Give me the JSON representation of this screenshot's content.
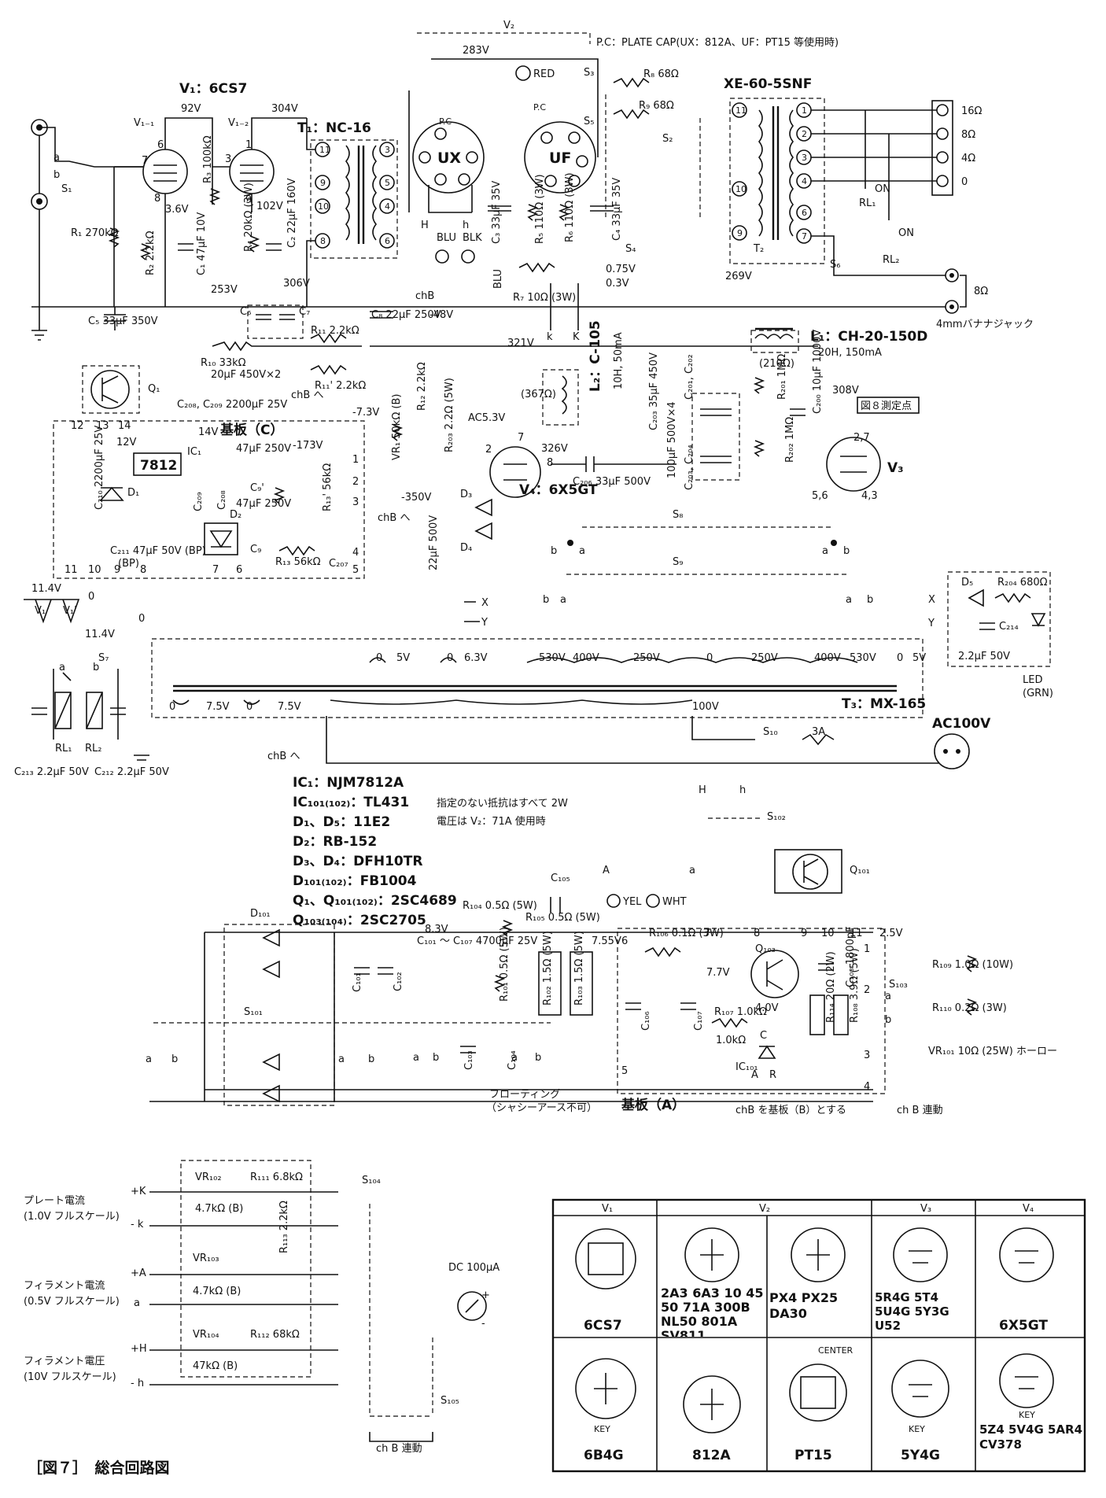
{
  "figure": {
    "caption": "［図７］　総合回路図"
  },
  "header": {
    "v2_label": "V₂",
    "plate_cap_note": "P.C：PLATE CAP(UX：812A、UF：PT15 等使用時)",
    "v1_title": "V₁：6CS7"
  },
  "input": {
    "s1": "S₁",
    "r1": "R₁ 270kΩ",
    "r2": "R₂ 2.2kΩ",
    "c1": "C₁ 47μF 10V",
    "v11": "V₁₋₁",
    "v12": "V₁₋₂"
  },
  "voltages": [
    "92V",
    "304V",
    "3.6V",
    "102V",
    "253V",
    "306V",
    "283V",
    "321V",
    "-48V",
    "-7.3V",
    "-173V",
    "-350V",
    "326V",
    "308V",
    "269V",
    "0.75V",
    "0.3V",
    "14V",
    "12V",
    "11.4V",
    "8.3V",
    "7.55V",
    "7.7V",
    "4.0V",
    "2.5V"
  ],
  "stage1": {
    "r3": "R₃ 100kΩ",
    "r4": "R₄ 20kΩ (3W)",
    "c2": "C₂ 22μF 160V",
    "t1": "T₁：NC-16",
    "c5": "C₅ 33μF 350V",
    "c6": "C₆",
    "c7": "C₇",
    "c67": "20μF 450V×2",
    "r10": "R₁₀ 33kΩ",
    "r11": "R₁₁ 2.2kΩ",
    "r11b": "R₁₁' 2.2kΩ",
    "c8": "C₈ 22μF 250V",
    "chb": "chB へ"
  },
  "output_stage": {
    "ux": "UX",
    "uf": "UF",
    "pc": "P.C",
    "red": "RED",
    "blu": "BLU",
    "blk": "BLK",
    "s3": "S₃",
    "s5": "S₅",
    "s2": "S₂",
    "s4": "S₄",
    "s6": "S₆",
    "r8": "R₈ 68Ω",
    "r9": "R₉ 68Ω",
    "c3": "C₃ 33μF 35V",
    "r5": "R₅ 110Ω (3W)",
    "r6": "R₆ 110Ω (3W)",
    "c4": "C₄ 33μF 35V",
    "r7": "R₇ 10Ω (3W)",
    "h_big": "H",
    "h_small": "h",
    "k_big": "K",
    "k_small": "k"
  },
  "output_transformer": {
    "name": "XE-60-5SNF",
    "t2": "T₂",
    "taps": [
      "16Ω",
      "8Ω",
      "4Ω",
      "0"
    ],
    "rl1": "RL₁",
    "rl2": "RL₂",
    "on": "ON",
    "jack_8": "8Ω",
    "jack_note": "4mmバナナジャック"
  },
  "power_supply": {
    "l1": "L₁：CH-20-150D",
    "l1_spec": "20H, 150mA",
    "l1_r": "(210Ω)",
    "l2": "L₂：C-105",
    "l2_spec": "10H, 50mA",
    "l2_r": "(367Ω)",
    "ac53": "AC5.3V",
    "c203": "C₂₀₃ 35μF 450V",
    "c201": "100μF 500V×4",
    "c201_lbl": "C₂₀₁, C₂₀₂",
    "c203_lbl": "C₂₀₃, C₂₀₄",
    "r201": "R₂₀₁ 1MΩ",
    "r202": "R₂₀₂ 1MΩ",
    "c200": "C₂₀₀ 10μF 1000V",
    "meas": "図８測定点",
    "r203": "R₂₀₃ 2.2Ω (5W)",
    "c206": "C₂₀₆ 33μF 500V",
    "v4": "V₄：6X5GT",
    "v3": "V₃",
    "d3": "D₃",
    "d4": "D₄",
    "s8": "S₈",
    "s9": "S₉"
  },
  "board_c": {
    "title": "基板（C）",
    "q1": "Q₁",
    "c208": "C₂₀₈, C₂₀₉ 2200μF 25V",
    "ic1_chip": "7812",
    "ic1": "IC₁",
    "d1": "D₁",
    "d2": "D₂",
    "c210": "C₂₁₀ 2200μF 25V",
    "c211": "C₂₁₁ 47μF 50V (BP)",
    "c209": "C₂₀₉",
    "c208b": "C₂₀₈",
    "c47a": "47μF 250V",
    "c47b": "47μF 250V",
    "c9": "C₉",
    "c9b": "C₉'",
    "r13": "R₁₃ 56kΩ",
    "r13b": "R₁₃' 56kΩ",
    "c207": "C₂₀₇",
    "c207v": "22μF 500V",
    "vr1": "VR₁ 50kΩ (B)",
    "r12": "R₁₂ 2.2kΩ",
    "pins": [
      "1",
      "2",
      "3",
      "4",
      "5",
      "6",
      "7",
      "8",
      "9",
      "10",
      "11",
      "12",
      "13",
      "14"
    ]
  },
  "relay": {
    "v1": "V₁",
    "v1b": "V₁'",
    "s7": "S₇",
    "rl1": "RL₁",
    "rl2": "RL₂",
    "c213": "C₂₁₃ 2.2μF 50V",
    "c212": "C₂₁₂ 2.2μF 50V"
  },
  "led": {
    "d5": "D₅",
    "r204": "R₂₀₄ 680Ω",
    "c214": "C₂₁₄",
    "c214v": "2.2μF 50V",
    "name": "LED (GRN)",
    "x": "X",
    "y": "Y"
  },
  "t3": {
    "name": "T₃：MX-165",
    "taps_top": [
      "0",
      "5V",
      "0",
      "6.3V",
      "530V",
      "400V",
      "250V",
      "0",
      "250V",
      "400V",
      "530V",
      "0",
      "5V"
    ],
    "taps_bottom": [
      "0",
      "7.5V",
      "0",
      "7.5V",
      "100V"
    ],
    "s10": "S₁₀",
    "fuse": "3A",
    "ac": "AC100V",
    "chb": "chB へ"
  },
  "parts_list": {
    "ic1": "IC₁：NJM7812A",
    "ic101": "IC₁₀₁₍₁₀₂₎：TL431",
    "d1": "D₁、D₅：11E2",
    "d2": "D₂：RB-152",
    "d3": "D₃、D₄：DFH10TR",
    "d101": "D₁₀₁₍₁₀₂₎：FB1004",
    "q1": "Q₁、Q₁₀₁₍₁₀₂₎：2SC4689",
    "q103": "Q₁₀₃₍₁₀₄₎：2SC2705",
    "note1": "指定のない抵抗はすべて 2W",
    "note2": "電圧は V₂：71A 使用時"
  },
  "board_a": {
    "title": "基板（A）",
    "d101": "D₁₀₁",
    "s101": "S₁₀₁",
    "c101": "C₁₀₁ ～ C₁₀₇ 4700μF 25V",
    "c101_lbl": "C₁₀₁",
    "c102": "C₁₀₂",
    "c103": "C₁₀₃",
    "c104": "C₁₀₄",
    "c105": "C₁₀₅",
    "c106": "C₁₀₆",
    "c107": "C₁₀₇",
    "c108": "C₁₀₈ 1800pF",
    "r101": "R₁₀₁ 0.5Ω (5W)",
    "r102": "R₁₀₂ 1.5Ω (5W)",
    "r103": "R₁₀₃ 1.5Ω (5W)",
    "r104": "R₁₀₄ 0.5Ω (5W)",
    "r105": "R₁₀₅ 0.5Ω (5W)",
    "r106": "R₁₀₆ 0.1Ω (3W)",
    "r107": "R₁₀₇ 1.0kΩ",
    "r108": "R₁₀₈ 3.9Ω (5W)",
    "r114": "R₁₁₄ 20Ω (2W)",
    "r109": "R₁₀₉ 1.0Ω (10W)",
    "r110": "R₁₁₀ 0.2Ω (3W)",
    "vr101": "VR₁₀₁ 10Ω (25W) ホーロー",
    "s102": "S₁₀₂",
    "s103": "S₁₀₃",
    "q101": "Q₁₀₁",
    "q103": "Q₁₀₃",
    "ic101": "IC₁₀₁",
    "yel": "YEL",
    "wht": "WHT",
    "a": "A",
    "a_small": "a",
    "floating": "フローティング",
    "floating2": "（シャシーアース不可）",
    "chb_note": "chB を基板（B）とする",
    "chb_link": "ch B 連動",
    "pins": [
      "1",
      "2",
      "3",
      "4",
      "5",
      "6",
      "7",
      "8",
      "9",
      "10",
      "11"
    ]
  },
  "meter": {
    "plate": "プレート電流",
    "plate_fs": "(1.0V フルスケール)",
    "fil_i": "フィラメント電流",
    "fil_i_fs": "(0.5V フルスケール)",
    "fil_v": "フィラメント電圧",
    "fil_v_fs": "(10V フルスケール)",
    "vr102": "VR₁₀₂",
    "vr102v": "4.7kΩ (B)",
    "r111": "R₁₁₁ 6.8kΩ",
    "vr103": "VR₁₀₃",
    "vr103v": "4.7kΩ (B)",
    "r113": "R₁₁₃ 2.2kΩ",
    "vr104": "VR₁₀₄",
    "vr104v": "47kΩ (B)",
    "r112": "R₁₁₂ 68kΩ",
    "s104": "S₁₀₄",
    "s105": "S₁₀₅",
    "dc": "DC 100μA",
    "pk": "+K",
    "mk": "- k",
    "pa": "+A",
    "ma": "a",
    "ph": "+H",
    "mh": "- h",
    "chb_link": "ch B 連動"
  },
  "tube_table": {
    "headers": [
      "V₁",
      "V₂",
      "V₃",
      "V₄"
    ],
    "row1": [
      {
        "name": "6CS7"
      },
      {
        "name": "2A3 6A3 10 45 50 71A 300B NL50 801A SV811"
      },
      {
        "name": "PX4 PX25 DA30"
      },
      {
        "name": "5R4G 5T4 5U4G 5Y3G U52"
      },
      {
        "name": "6X5GT"
      }
    ],
    "row2": [
      {
        "name": "6B4G"
      },
      {
        "name": "812A"
      },
      {
        "name": "PT15"
      },
      {
        "name": "5Y4G"
      },
      {
        "name": "5Z4 5V4G 5AR4 CV378"
      }
    ],
    "key": "KEY",
    "center": "CENTER"
  }
}
